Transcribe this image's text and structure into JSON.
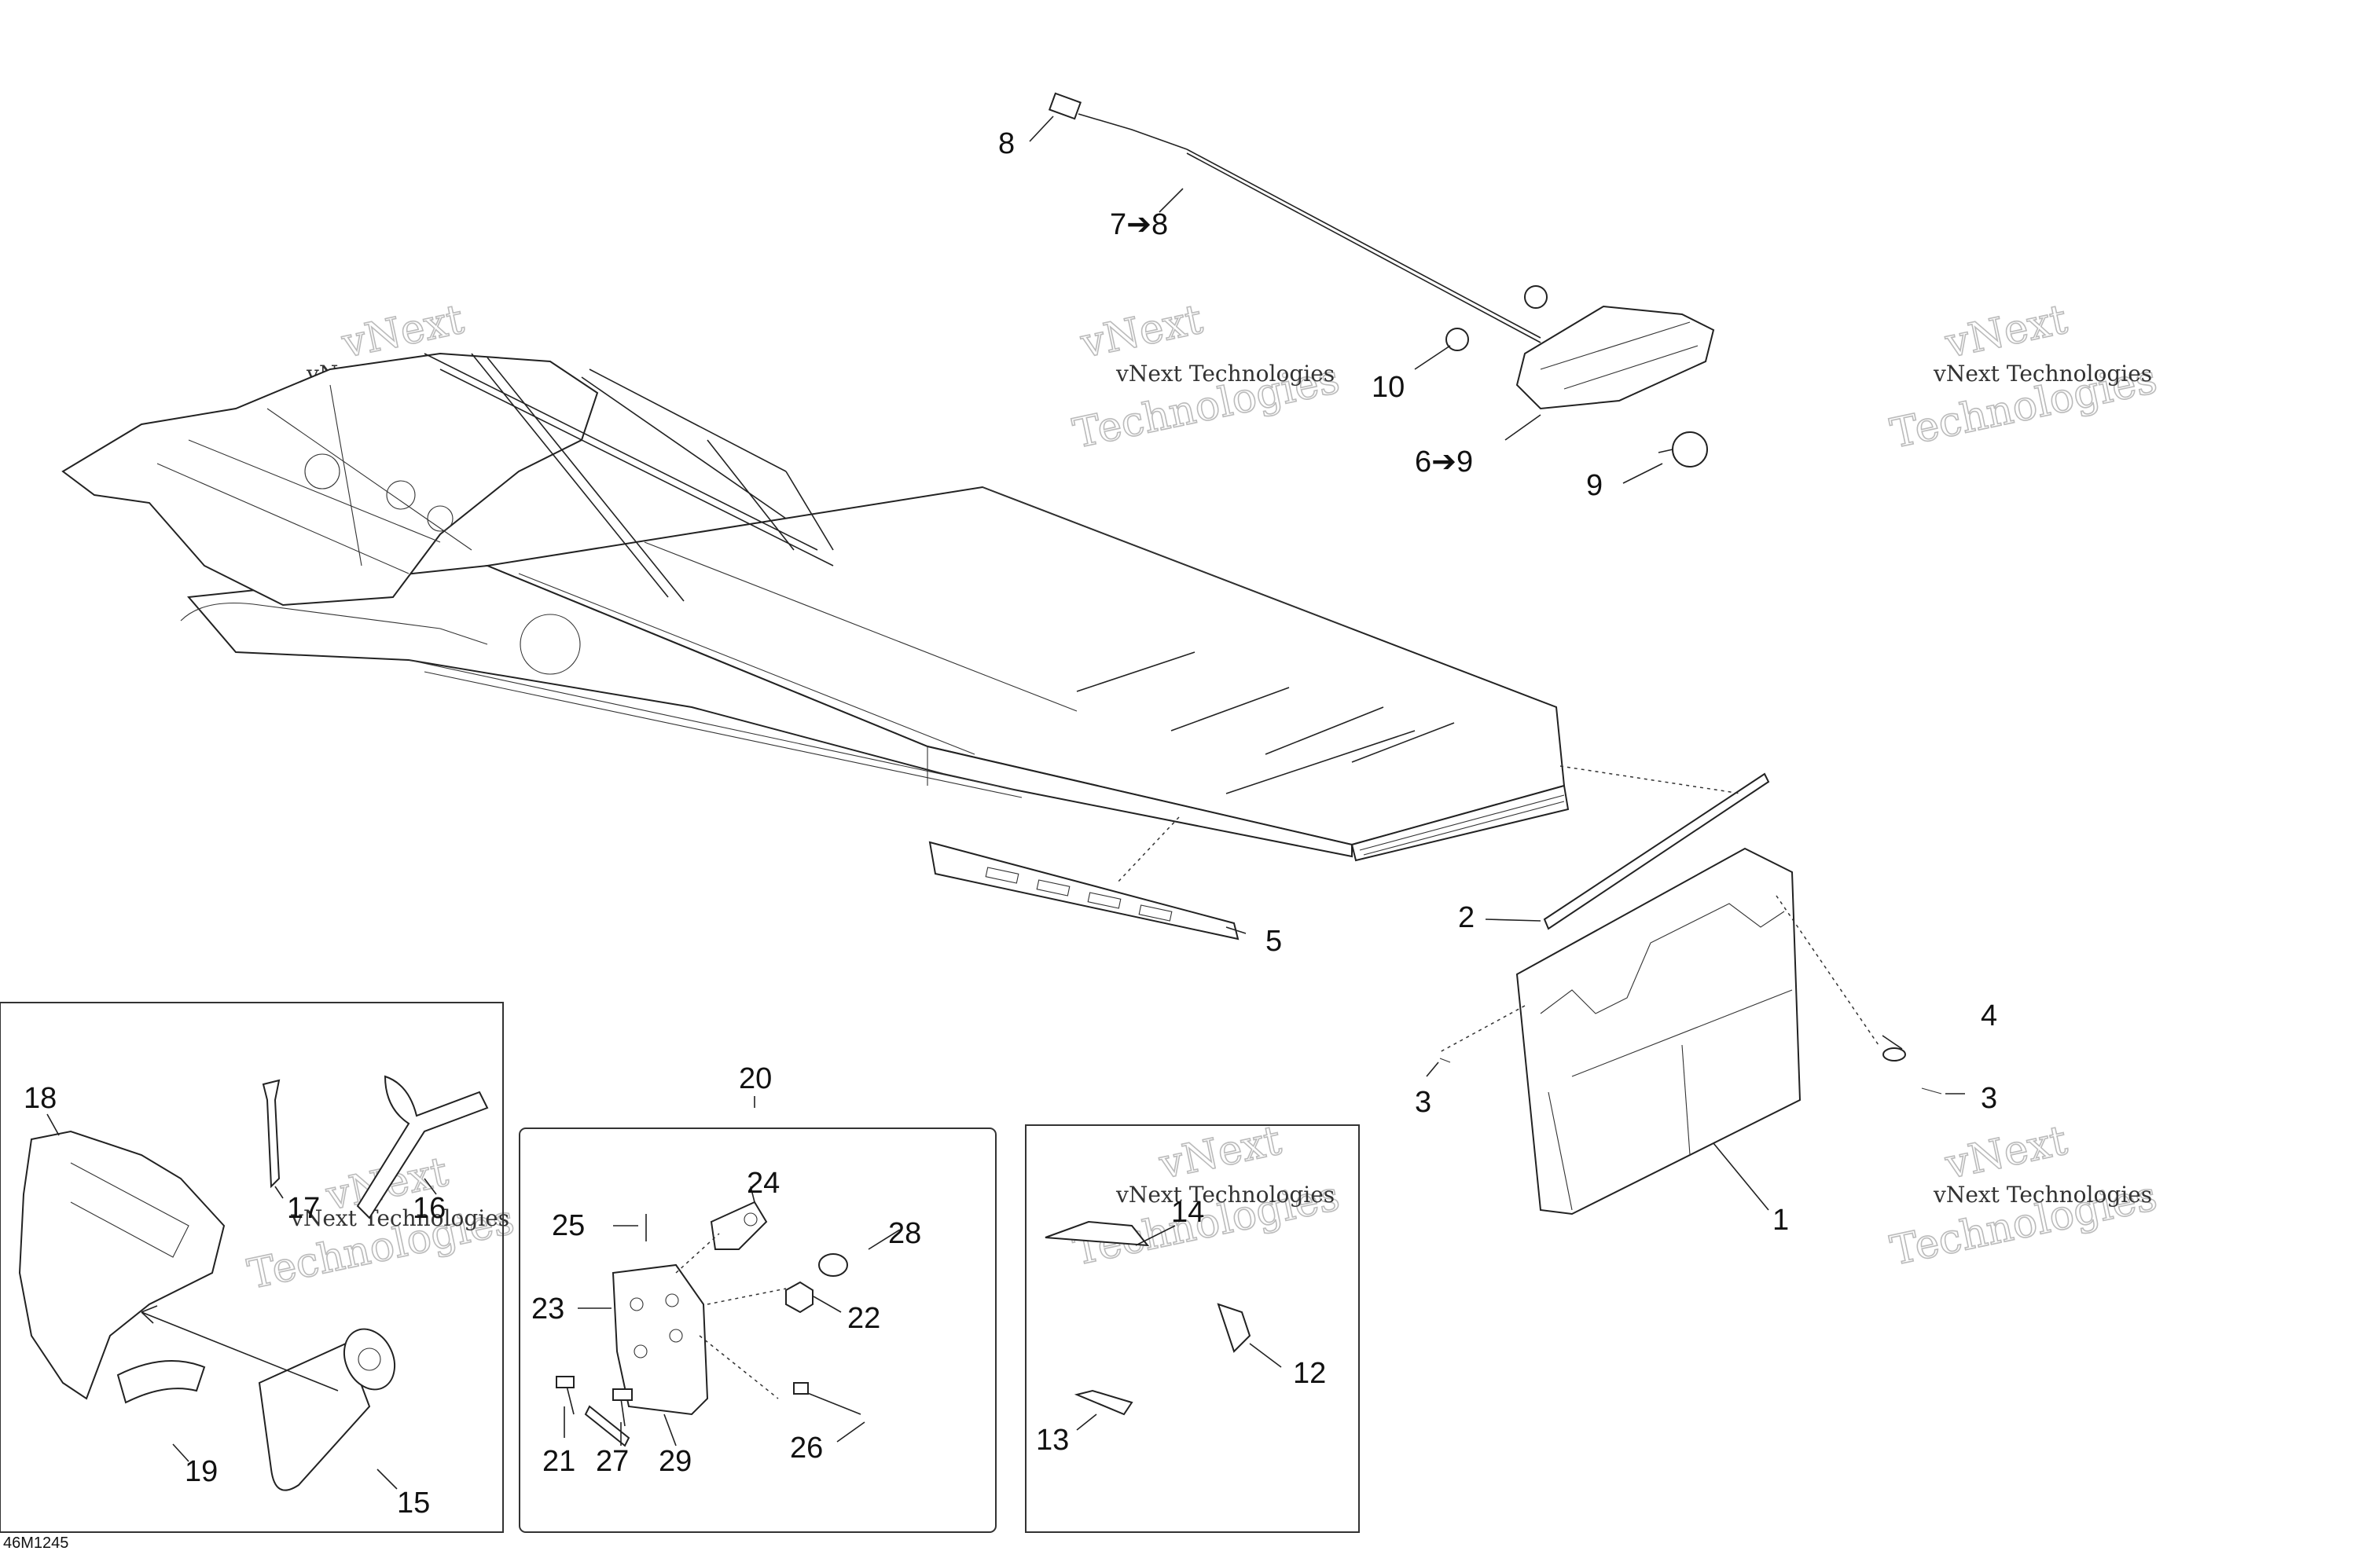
{
  "diagram": {
    "code": "46M1245",
    "watermark_line1": "vNext Technologies",
    "watermark_line2": "vNext",
    "watermark_line3": "Technologies",
    "callouts": {
      "c1": "1",
      "c2": "2",
      "c3a": "3",
      "c3b": "3",
      "c4": "4",
      "c5": "5",
      "c6": "6➔9",
      "c7": "7➔8",
      "c8": "8",
      "c9": "9",
      "c10": "10",
      "c12": "12",
      "c13": "13",
      "c14": "14",
      "c15": "15",
      "c16": "16",
      "c17": "17",
      "c18": "18",
      "c19": "19",
      "c20": "20",
      "c21": "21",
      "c22": "22",
      "c23": "23",
      "c24": "24",
      "c25": "25",
      "c26": "26",
      "c27": "27",
      "c28": "28",
      "c29": "29"
    }
  }
}
